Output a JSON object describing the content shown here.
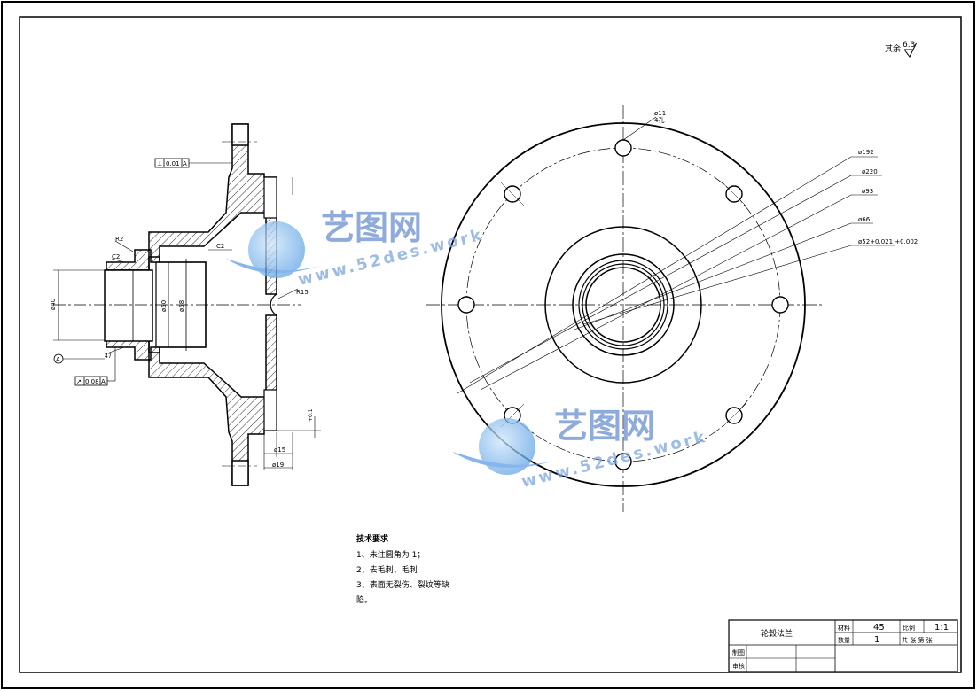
{
  "roughness": {
    "symbol_label": "其余",
    "value": "6.3"
  },
  "section_view": {
    "tolerance_perp": {
      "symbol": "⊥",
      "value": "0.01",
      "datum": "A"
    },
    "tolerance_runout": {
      "symbol": "↗",
      "value": "0.08",
      "datum": "A"
    },
    "datum_label": "A",
    "dims": {
      "r2": "R2",
      "c2_left": "C2",
      "c2_right": "C2",
      "d40": "ø40",
      "d50": "ø50",
      "d58": "ø58",
      "r15": "R15",
      "d15": "ø15",
      "d19": "ø19",
      "tol_small": "+0.1",
      "small_pair": "47"
    }
  },
  "front_view": {
    "hole_label_top": "ø11",
    "hole_label_bottom": "4孔",
    "leaders": [
      "ø192",
      "ø220",
      "ø93",
      "ø66",
      "ø52+0.021 +0.002"
    ]
  },
  "watermark": {
    "brand": "艺图网",
    "url": "www.52des.work"
  },
  "notes": {
    "title": "技术要求",
    "items": [
      "1、未注圆角为 1；",
      "2、去毛刺、毛刺",
      "3、表面无裂伤、裂纹等缺",
      "陷。"
    ]
  },
  "title_block": {
    "part_name": "轮毂法兰",
    "material_label": "材料",
    "material": "45",
    "scale_label": "比例",
    "scale": "1:1",
    "qty_label": "数量",
    "qty": "1",
    "sheet_label": "共 张 第 张",
    "drawn_label": "制图",
    "checked_label": "审核"
  }
}
